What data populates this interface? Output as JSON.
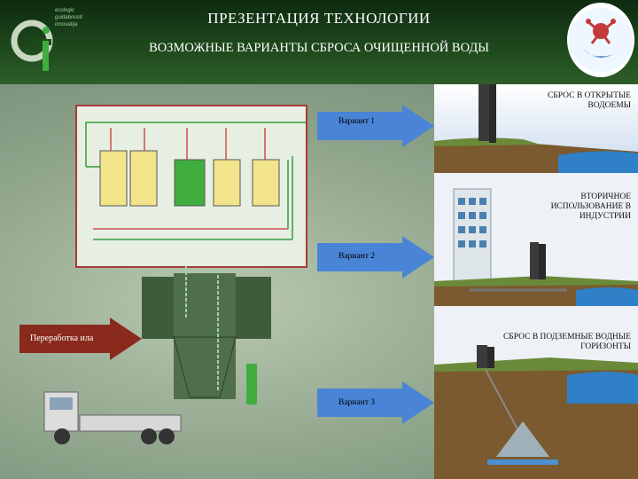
{
  "header": {
    "title": "ПРЕЗЕНТАЦИЯ ТЕХНОЛОГИИ",
    "subtitle": "ВОЗМОЖНЫЕ ВАРИАНТЫ СБРОСА ОЧИЩЕННОЙ ВОДЫ",
    "logo_lines": [
      "ecologic",
      "guidabnosti",
      "innovatija"
    ]
  },
  "arrows": {
    "variant1": "Вариант 1",
    "variant2": "Вариант 2",
    "variant3": "Вариант 3",
    "sludge": "Переработка ила"
  },
  "panels": {
    "open_water": "СБРОС В ОТКРЫТЫЕ ВОДОЕМЫ",
    "industry": "ВТОРИЧНОЕ ИСПОЛЬЗОВАНИЕ В ИНДУСТРИИ",
    "underground": "СБРОС В ПОДЗЕМНЫЕ ВОДНЫЕ ГОРИЗОНТЫ"
  },
  "colors": {
    "arrow": "#4a84d6",
    "frame": "#a83a3a",
    "tank_yellow": "#f2e48a",
    "tank_green": "#3fae3f",
    "pipe_green": "#3a9a3a",
    "pipe_red": "#c85050",
    "header_bg": "#1f4a1d"
  }
}
